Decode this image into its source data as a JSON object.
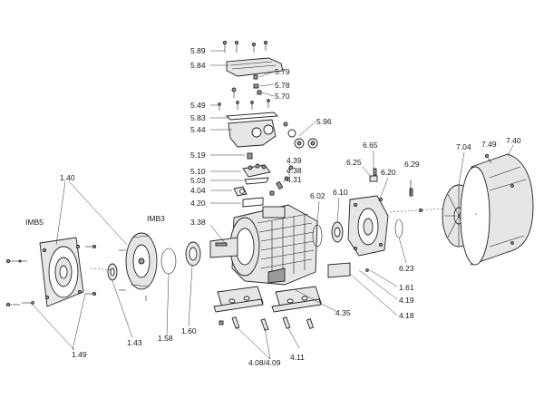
{
  "labels": {
    "l589": "5.89",
    "l584": "5.84",
    "l579": "5.79",
    "l578": "5.78",
    "l570": "5.70",
    "l549": "5.49",
    "l583": "5.83",
    "l596": "5.96",
    "l544": "5.44",
    "l519": "5.19",
    "l510": "5.10",
    "l503": "5.03",
    "l404": "4.04",
    "l420": "4.20",
    "l439": "4.39",
    "l438": "4.38",
    "l431": "4.31",
    "l665": "6.65",
    "l625": "6.25",
    "l620": "6.20",
    "l629": "6.29",
    "l704": "7.04",
    "l749": "7.49",
    "l740": "7.40",
    "l602": "6.02",
    "l610": "6.10",
    "l623": "6.23",
    "l140": "1.40",
    "imb5": "IMB5",
    "imb3": "IMB3",
    "l338": "3.38",
    "l149": "1.49",
    "l143": "1.43",
    "l158": "1.58",
    "l160": "1.60",
    "l161": "1.61",
    "l419": "4.19",
    "l418": "4.18",
    "l435": "4.35",
    "l408": "4.08/4.09",
    "l411": "4.11"
  }
}
